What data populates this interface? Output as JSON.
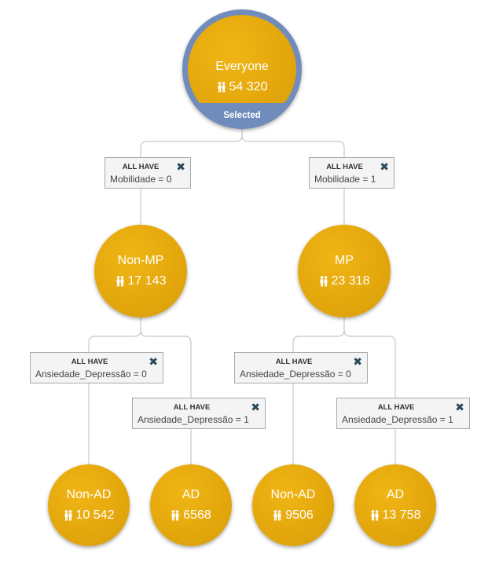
{
  "root": {
    "name": "Everyone",
    "count": "54 320",
    "selected_label": "Selected"
  },
  "filters": [
    {
      "header": "ALL HAVE",
      "condition": "Mobilidade = 0"
    },
    {
      "header": "ALL HAVE",
      "condition": "Mobilidade = 1"
    },
    {
      "header": "ALL HAVE",
      "condition": "Ansiedade_Depressão = 0"
    },
    {
      "header": "ALL HAVE",
      "condition": "Ansiedade_Depressão = 1"
    },
    {
      "header": "ALL HAVE",
      "condition": "Ansiedade_Depressão = 0"
    },
    {
      "header": "ALL HAVE",
      "condition": "Ansiedade_Depressão = 1"
    }
  ],
  "nodes": [
    {
      "name": "Non-MP",
      "count": "17 143"
    },
    {
      "name": "MP",
      "count": "23 318"
    },
    {
      "name": "Non-AD",
      "count": "10 542"
    },
    {
      "name": "AD",
      "count": "6568"
    },
    {
      "name": "Non-AD",
      "count": "9506"
    },
    {
      "name": "AD",
      "count": "13 758"
    }
  ],
  "icons": {
    "people": "people-icon",
    "close": "close-icon"
  },
  "colors": {
    "node_fill": "#e4a80d",
    "selected_ring": "#6f8cbc",
    "connector": "#c8c8c8",
    "close_icon": "#2a4a5c"
  }
}
